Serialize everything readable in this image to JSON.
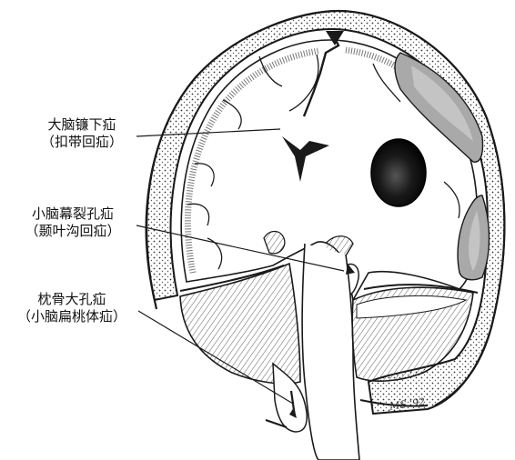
{
  "figure": {
    "labels": [
      {
        "line1": "大脑镰下疝",
        "line2": "（扣带回疝）"
      },
      {
        "line1": "小脑幕裂孔疝",
        "line2": "（颞叶沟回疝）"
      },
      {
        "line1": "枕骨大孔疝",
        "line2": "（小脑扁桃体疝）"
      }
    ],
    "signature": "MS '92",
    "colors": {
      "outline": "#1a1a1a",
      "hematoma": "#a9a9a9",
      "hematoma_inner": "#c4c4c4",
      "ventricle": "#111111",
      "skull": "#f4f4f4"
    },
    "icons": [
      "herniation-arrow-icon"
    ]
  }
}
